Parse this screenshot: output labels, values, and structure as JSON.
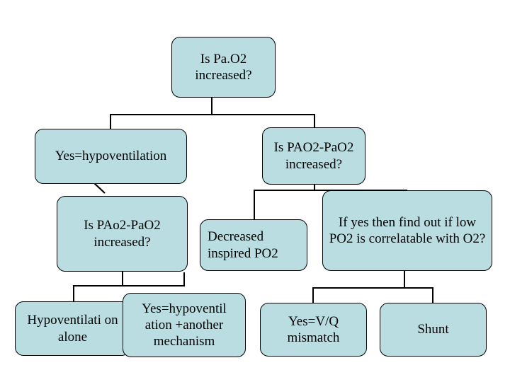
{
  "diagram": {
    "title": "Pa.O2 / PAO2-Pa.O2 diagnostic flowchart",
    "accent_fill": "#b9dde1",
    "border_color": "#000000",
    "background": "#ffffff",
    "nodes": [
      {
        "id": "root",
        "label": "Is Pa.O2 increased?"
      },
      {
        "id": "hypovent",
        "label": "Yes=hypoventilation"
      },
      {
        "id": "paoPao",
        "label": "Is PAO2-PaO2 increased?"
      },
      {
        "id": "paoPao_left",
        "label": "Is PAo2-PaO2 increased?"
      },
      {
        "id": "decreased",
        "label": "Decreased inspired PO2"
      },
      {
        "id": "ifyes",
        "label": "If yes then find out if low PO2 is correlatable with O2?"
      },
      {
        "id": "hypovent_only",
        "label": "Hypoventilati on alone"
      },
      {
        "id": "hypovent_plus",
        "label": "Yes=hypoventil ation +another mechanism"
      },
      {
        "id": "vq",
        "label": "Yes=V/Q mismatch"
      },
      {
        "id": "shunt",
        "label": "Shunt"
      }
    ]
  }
}
